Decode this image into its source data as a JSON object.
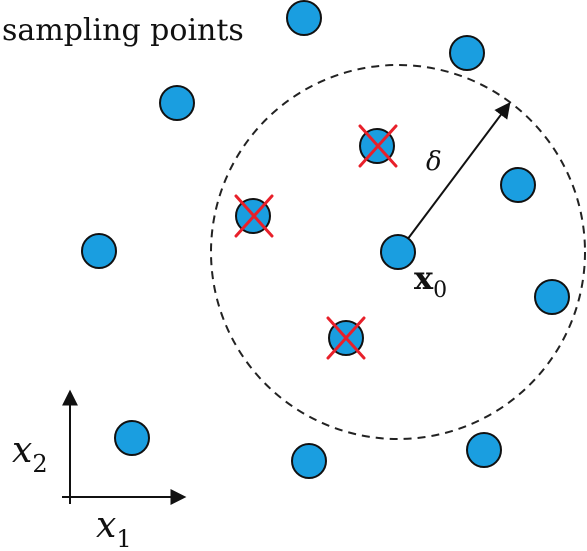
{
  "labels": {
    "sampling_points": "sampling points",
    "delta": "δ",
    "x0_main": "x",
    "x0_sub": "0",
    "x1_main": "x",
    "x1_sub": "1",
    "x2_main": "x",
    "x2_sub": "2"
  },
  "colors": {
    "point_fill": "#1a9ee0",
    "point_stroke": "#111111",
    "cross": "#e8202a",
    "circle": "#222222",
    "arrow": "#111111"
  }
}
